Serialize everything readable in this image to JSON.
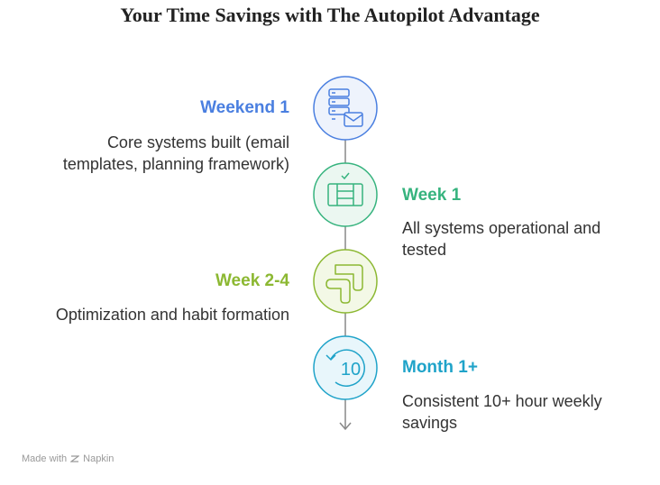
{
  "title": "Your Time Savings with The Autopilot Advantage",
  "steps": [
    {
      "title": "Weekend 1",
      "desc_line1": "Core systems built (email",
      "desc_line2": "templates, planning framework)",
      "color": "#4a7fe0",
      "icon": "database-email-icon"
    },
    {
      "title": "Week 1",
      "desc_line1": "All systems operational and",
      "desc_line2": "tested",
      "color": "#36b37e",
      "icon": "checklist-grid-icon"
    },
    {
      "title": "Week 2-4",
      "desc_line1": "Optimization and habit formation",
      "color": "#8cb832",
      "icon": "habit-path-icon"
    },
    {
      "title": "Month 1+",
      "desc_line1": "Consistent 10+ hour weekly",
      "desc_line2": "savings",
      "color": "#1fa3c9",
      "icon": "ten-rotation-icon"
    }
  ],
  "footer": {
    "prefix": "Made with",
    "brand": "Napkin"
  }
}
